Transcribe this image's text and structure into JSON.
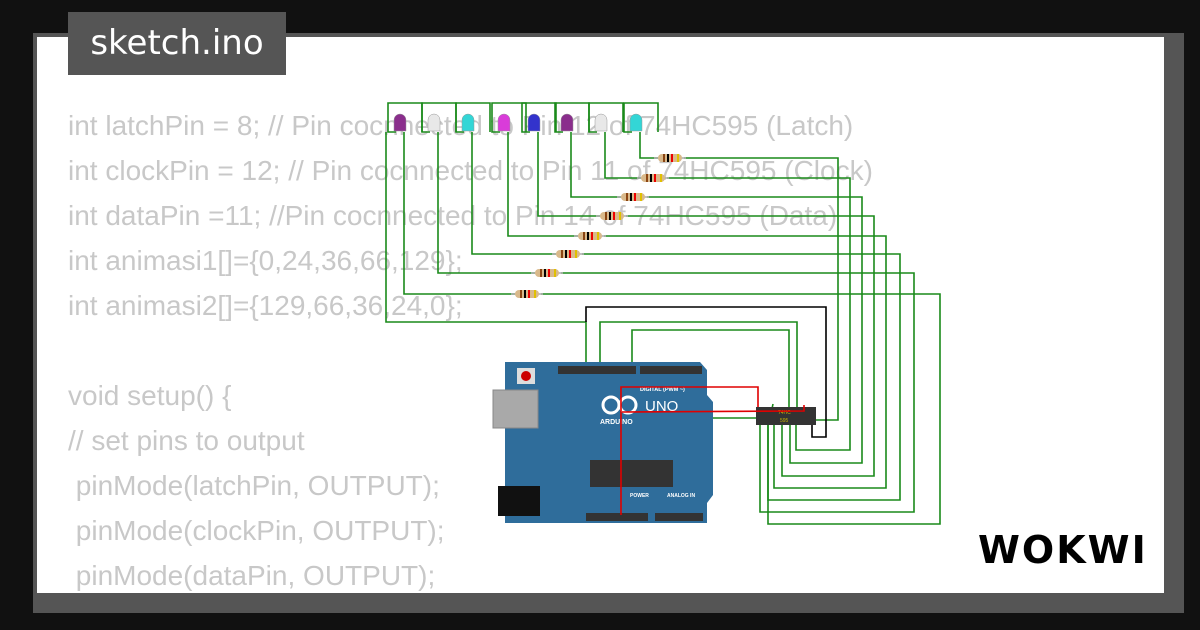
{
  "title": "sketch.ino",
  "code_lines": [
    "int latchPin = 8; // Pin cocnnected to Pin 12 of 74HC595 (Latch)",
    "int clockPin = 12; // Pin cocnnected to Pin 11 of 74HC595 (Clock)",
    "int dataPin =11; //Pin cocnnected to Pin 14 of 74HC595 (Data)",
    "int animasi1[]={0,24,36,66,129};",
    "int animasi2[]={129,66,36,24,0};",
    "",
    "void setup() {",
    "// set pins to output",
    " pinMode(latchPin, OUTPUT);",
    " pinMode(clockPin, OUTPUT);",
    " pinMode(dataPin, OUTPUT);"
  ],
  "logo": "WOKWI",
  "circuit": {
    "board_label": "UNO",
    "board_brand": "ARDUINO",
    "board_header_label": "DIGITAL (PWM ~)",
    "power_label": "POWER",
    "analog_label": "ANALOG IN",
    "chip_label_1": "74HC",
    "chip_label_2": "595",
    "led_colors": [
      "#8a2e8c",
      "#e8e8e8",
      "#33d6d6",
      "#d93cd9",
      "#3333cc",
      "#8a2e8c",
      "#e8e8e8",
      "#33d6d6"
    ],
    "wire_color": "#1a8a1a",
    "power_wire_color": "#e00000",
    "ground_wire_color": "#000000",
    "board_color": "#2f6d9b"
  }
}
